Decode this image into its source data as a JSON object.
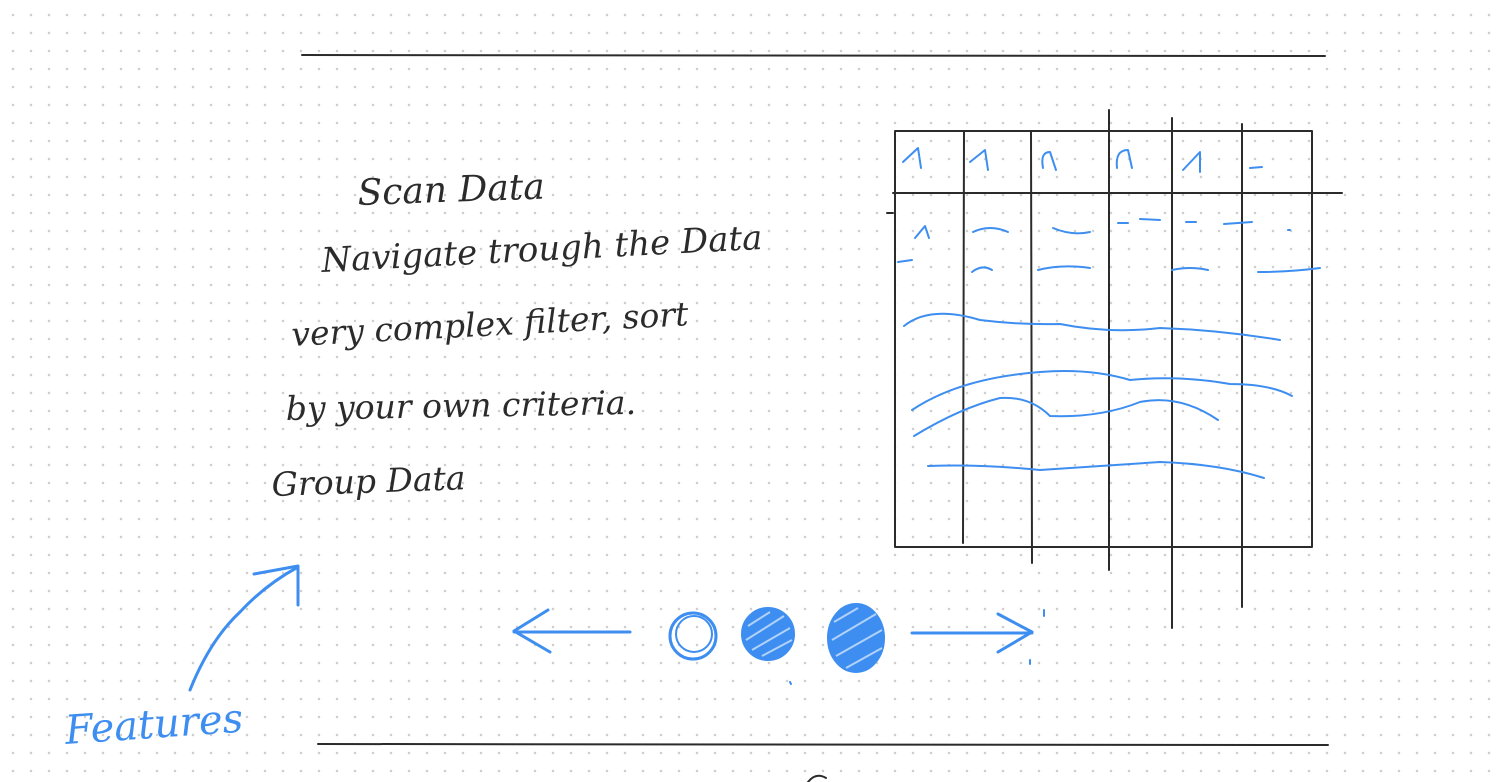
{
  "sketch": {
    "notes": {
      "line1": "Scan Data",
      "line2": "Navigate trough the Data",
      "line3": "very complex filter, sort",
      "line4": "by your own criteria.",
      "line5": "Group Data"
    },
    "annotation": {
      "label": "Features"
    },
    "pager": {
      "dots": 3,
      "active_index": 0
    },
    "colors": {
      "pencil": "#2b2b2b",
      "accent": "#3d8ef0",
      "dot_grid": "#cfcfcf"
    }
  }
}
